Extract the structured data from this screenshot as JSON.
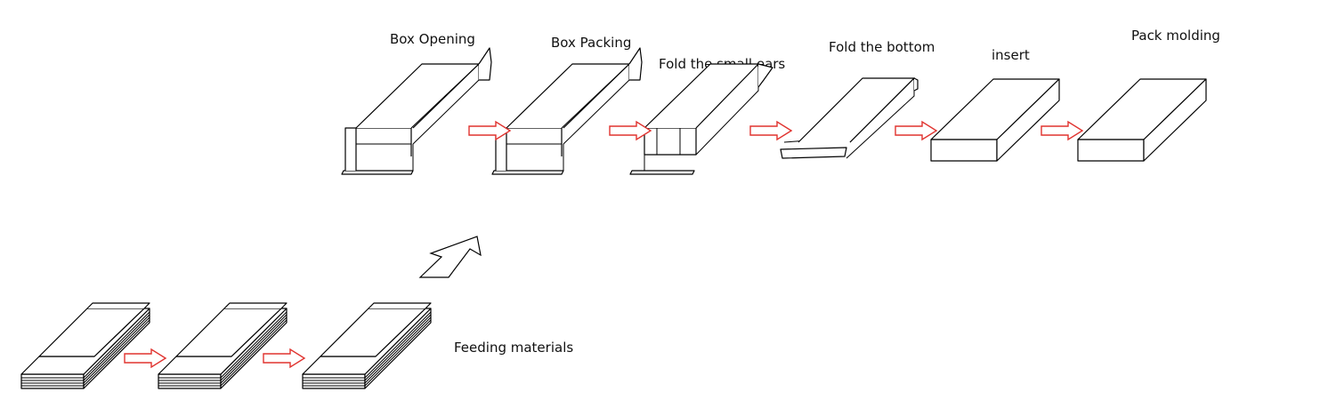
{
  "diagram": {
    "steps_top": [
      {
        "label": "Box Opening"
      },
      {
        "label": "Box Packing"
      },
      {
        "label": "Fold the small ears"
      },
      {
        "label": "Fold the bottom"
      },
      {
        "label": "insert"
      },
      {
        "label": "Pack molding"
      }
    ],
    "steps_bottom": [
      {
        "label": "Feeding materials"
      }
    ],
    "colors": {
      "arrow_stroke": "#e0332f",
      "line": "#000000"
    }
  }
}
